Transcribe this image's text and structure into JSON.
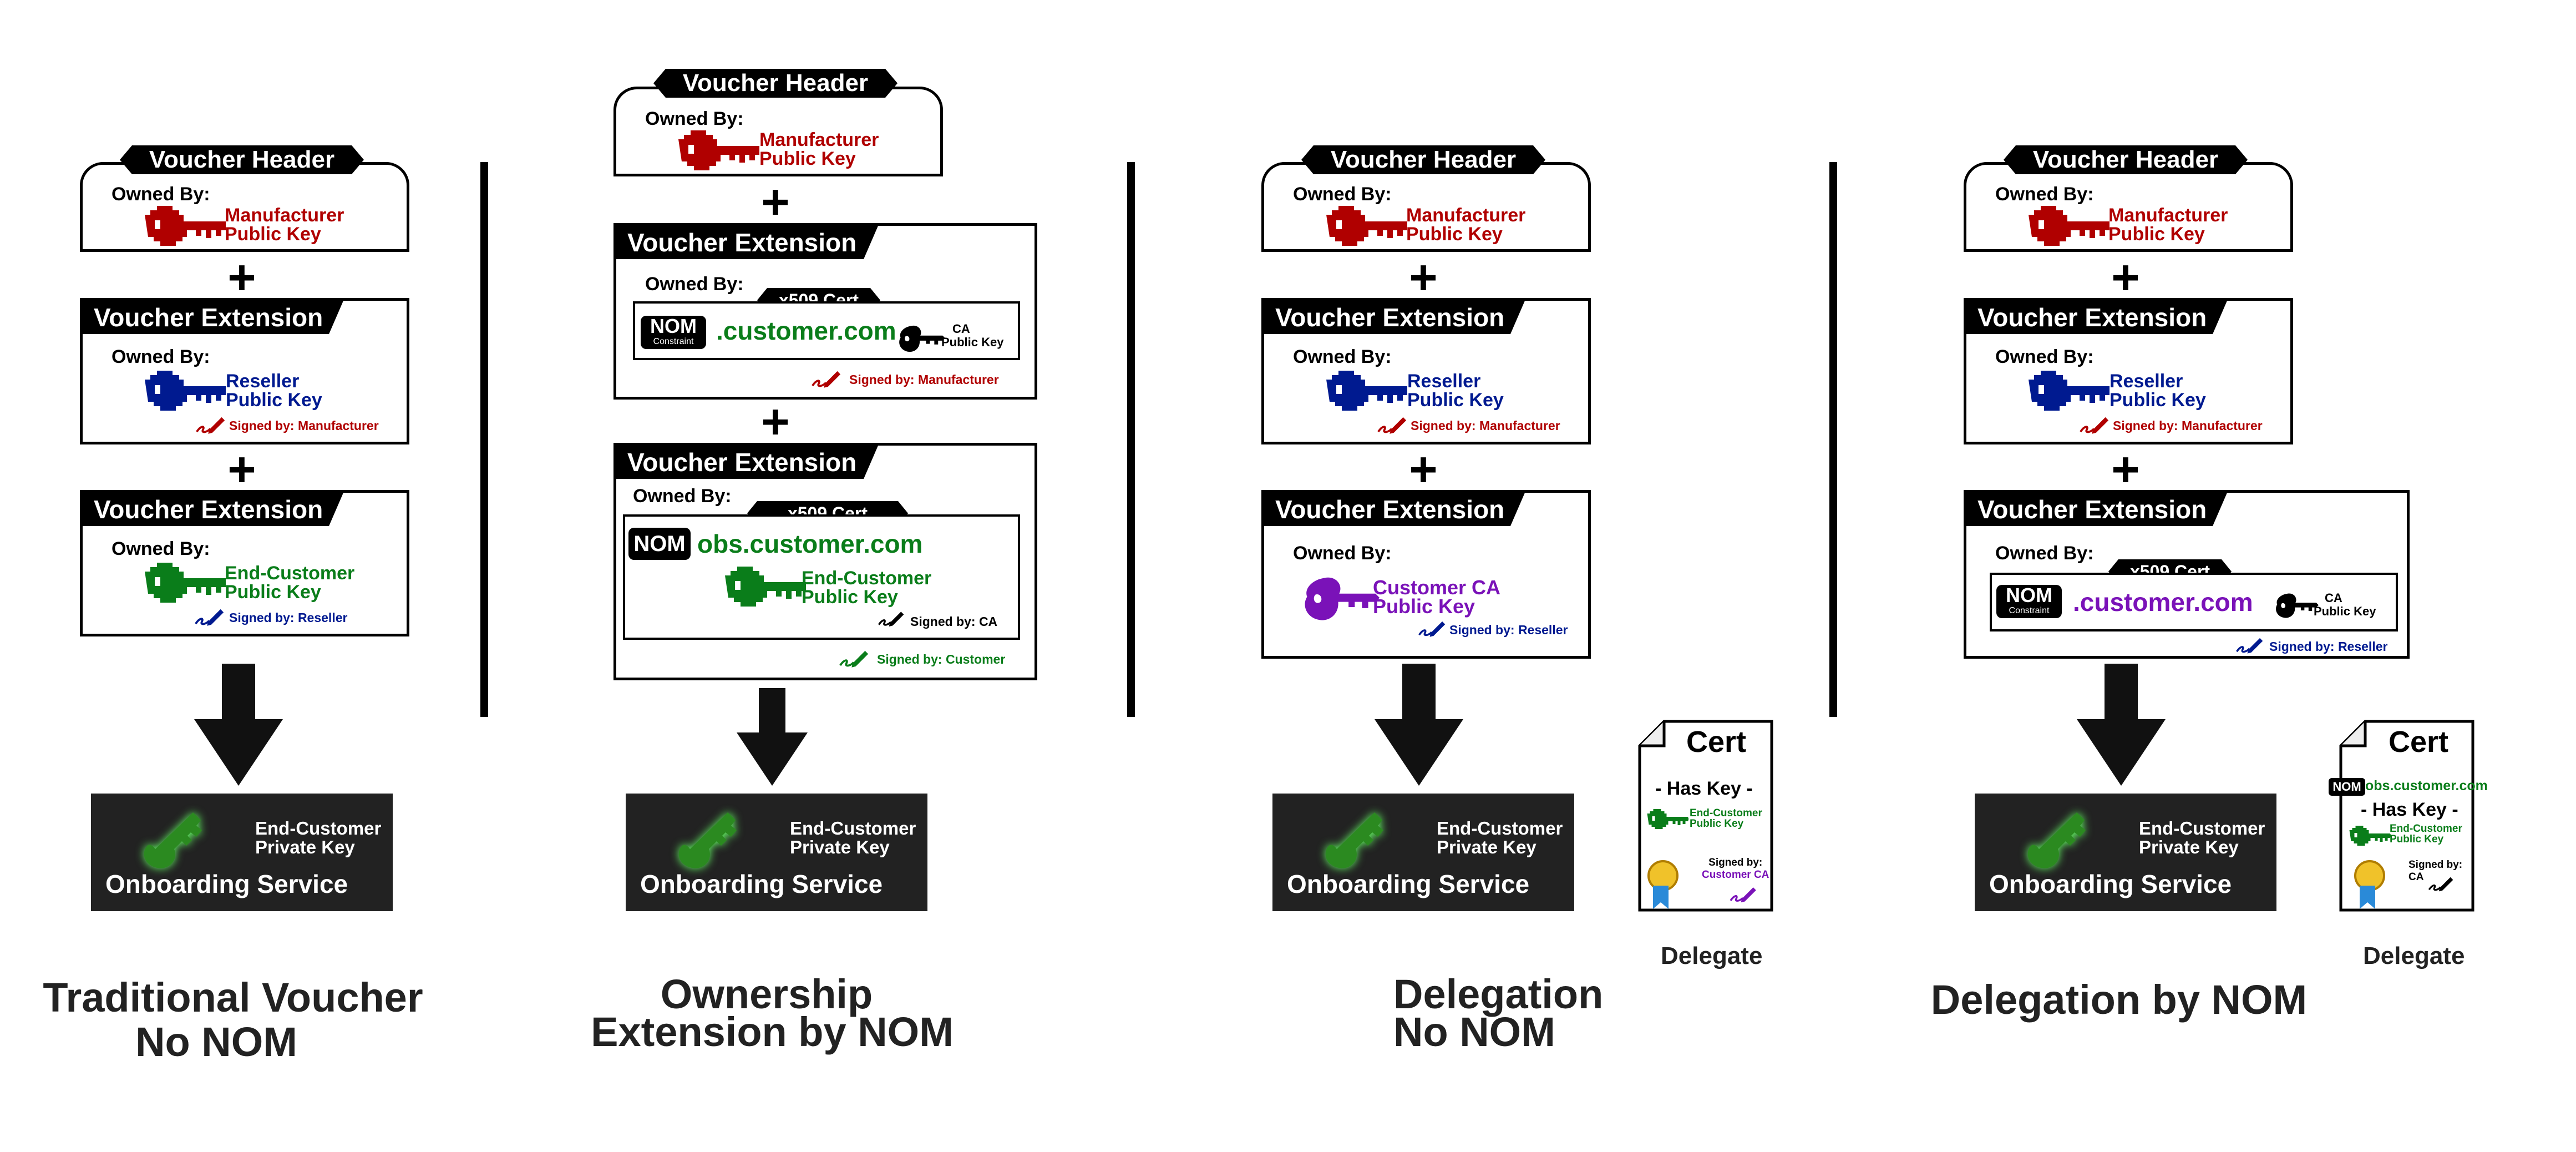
{
  "colors": {
    "manufacturer": "#b00000",
    "reseller": "#001a90",
    "end_customer": "#0a7d1a",
    "customer_ca": "#7a12b8",
    "dark": "#222222"
  },
  "common": {
    "voucher_header": "Voucher Header",
    "voucher_extension": "Voucher Extension",
    "owned_by": "Owned By:",
    "plus": "+",
    "x509_cert": "x509 Cert",
    "nom": "NOM",
    "constraint": "Constraint",
    "manufacturer_key_line1": "Manufacturer",
    "manufacturer_key_line2": "Public Key",
    "reseller_key_line1": "Reseller",
    "reseller_key_line2": "Public Key",
    "endcustomer_key_line1": "End-Customer",
    "endcustomer_key_line2": "Public Key",
    "ca_key_line1": "CA",
    "ca_key_line2": "Public Key",
    "signed_manufacturer": "Signed by: Manufacturer",
    "signed_reseller": "Signed by: Reseller",
    "signed_customer": "Signed by: Customer",
    "signed_ca": "Signed by: CA",
    "service_key_line1": "End-Customer",
    "service_key_line2": "Private Key",
    "service_name": "Onboarding Service",
    "delegate": "Delegate",
    "cert": "Cert"
  },
  "panel1": {
    "caption_line1": "Traditional Voucher",
    "caption_line2": "No NOM"
  },
  "panel2": {
    "domain1": ".customer.com",
    "domain2": "obs.customer.com",
    "caption_line1": "Ownership",
    "caption_line2": "Extension by NOM"
  },
  "panel3": {
    "customer_ca_line1": "Customer CA",
    "customer_ca_line2": "Public Key",
    "cert_has_key": "- Has Key -",
    "cert_key_line1": "End-Customer",
    "cert_key_line2": "Public Key",
    "cert_signed_line1": "Signed by:",
    "cert_signed_line2": "Customer CA",
    "caption_line1": "Delegation",
    "caption_line2": "No NOM"
  },
  "panel4": {
    "domain": ".customer.com",
    "cert_domain": "obs.customer.com",
    "cert_has_key": "- Has Key -",
    "cert_key_line1": "End-Customer",
    "cert_key_line2": "Public Key",
    "cert_signed_line1": "Signed by:",
    "cert_signed_line2": "CA",
    "caption": "Delegation by NOM"
  }
}
